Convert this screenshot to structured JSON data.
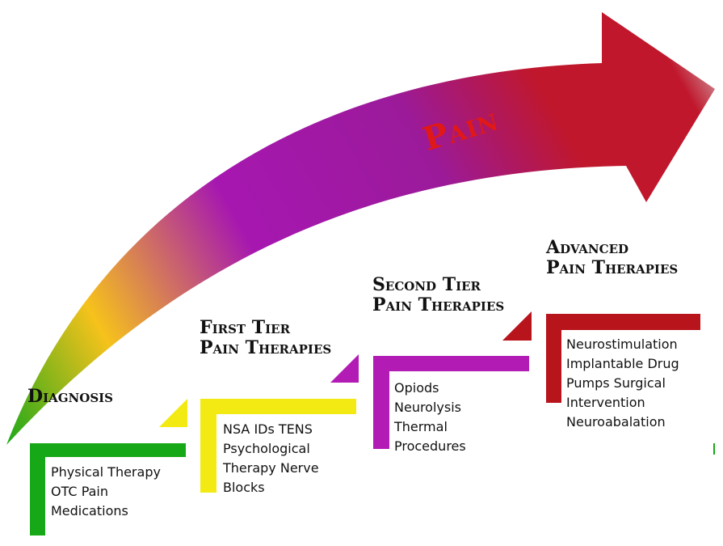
{
  "arrow": {
    "label": "Pain",
    "gradient_colors": [
      "#1aa81a",
      "#f6c21b",
      "#a617b0",
      "#c0172c",
      "#d8d8d8"
    ]
  },
  "stages": [
    {
      "id": "diagnosis",
      "color": "#17a817",
      "title_lines": [
        "Diagnosis"
      ],
      "items": [
        "Physical Therapy",
        "OTC Pain",
        "Medications"
      ]
    },
    {
      "id": "first-tier",
      "color": "#f2ea12",
      "title_lines": [
        "First Tier",
        "Pain Therapies"
      ],
      "items": [
        "NSA IDs TENS",
        "Psychological",
        "Therapy Nerve",
        "Blocks"
      ]
    },
    {
      "id": "second-tier",
      "color": "#b21bb4",
      "title_lines": [
        "Second Tier",
        "Pain Therapies"
      ],
      "items": [
        "Opiods",
        "Neurolysis",
        "Thermal",
        "Procedures"
      ]
    },
    {
      "id": "advanced",
      "color": "#b8141c",
      "title_lines": [
        "Advanced",
        "Pain Therapies"
      ],
      "items": [
        "Neurostimulation",
        "Implantable Drug",
        "Pumps Surgical",
        "Intervention",
        "Neuroabalation"
      ]
    }
  ]
}
